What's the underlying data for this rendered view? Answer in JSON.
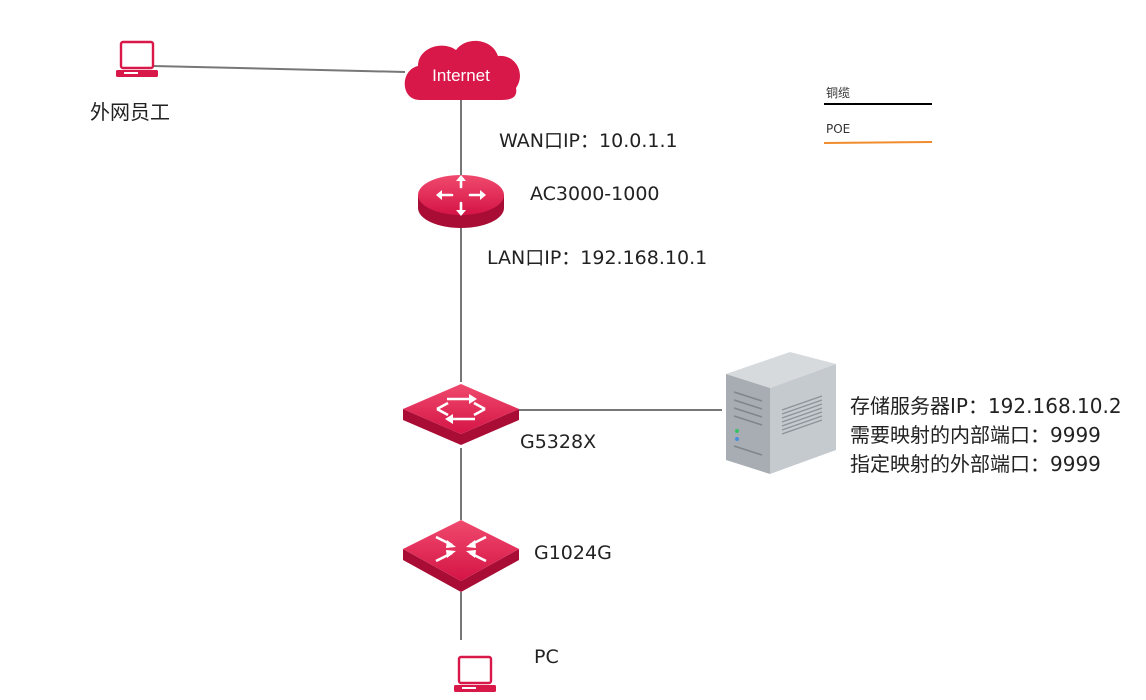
{
  "nodes": {
    "remote_staff": {
      "label": "外网员工",
      "icon": "laptop-icon"
    },
    "internet": {
      "label": "Internet",
      "icon": "cloud-icon"
    },
    "router": {
      "label": "AC3000-1000",
      "icon": "router-icon",
      "wan_ip": "WAN口IP：10.0.1.1",
      "lan_ip": "LAN口IP：192.168.10.1"
    },
    "core_switch": {
      "label": "G5328X",
      "icon": "switch-icon"
    },
    "access_switch": {
      "label": "G1024G",
      "icon": "switch-icon"
    },
    "pc": {
      "label": "PC",
      "icon": "laptop-icon"
    },
    "storage_server": {
      "icon": "server-icon",
      "lines": [
        "存储服务器IP：192.168.10.2",
        "需要映射的内部端口：9999",
        "指定映射的外部端口：9999"
      ]
    }
  },
  "legend": [
    {
      "label": "铜缆",
      "color": "#000000"
    },
    {
      "label": "POE",
      "color": "#f08c2e"
    }
  ],
  "colors": {
    "device": "#d9184a",
    "link": "#777777"
  }
}
